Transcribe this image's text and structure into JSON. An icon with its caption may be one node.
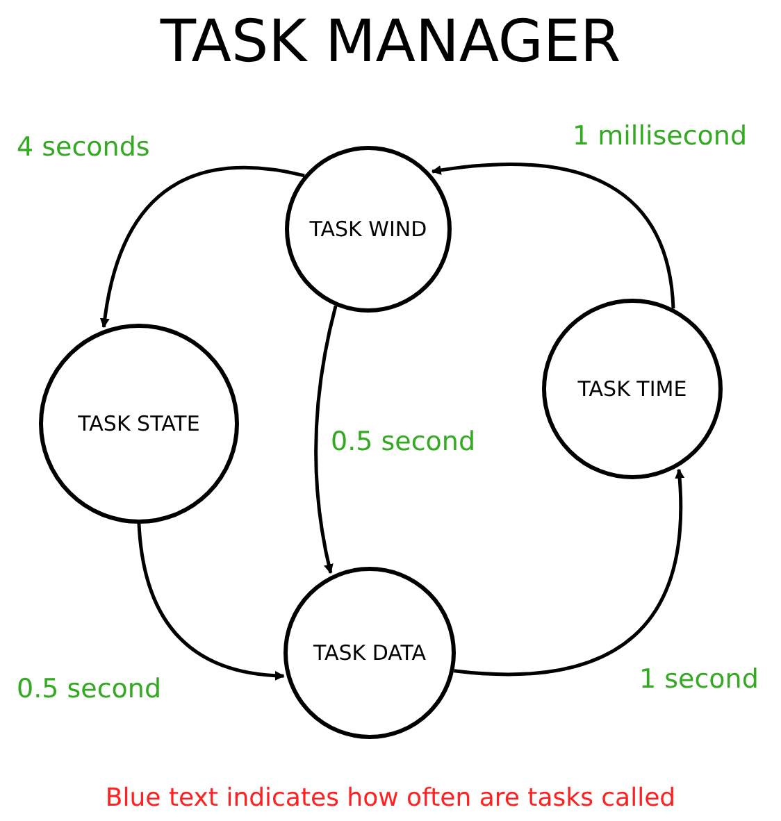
{
  "diagram": {
    "title": "TASK MANAGER",
    "caption": "Blue text indicates how often are tasks called",
    "nodes": [
      {
        "text": [
          "TASK WIND"
        ]
      },
      {
        "text": [
          "TASK STATE"
        ]
      },
      {
        "text": [
          "TASK DATA"
        ]
      },
      {
        "text": [
          "TASK TIME"
        ]
      }
    ],
    "edges": [
      {
        "from": 0,
        "to": 1,
        "arrow": "to",
        "label": "4 seconds"
      },
      {
        "from": 0,
        "to": 2,
        "arrow": "to",
        "label": "0.5 second"
      },
      {
        "from": 1,
        "to": 2,
        "arrow": "to",
        "label": "0.5 second"
      },
      {
        "from": 2,
        "to": 3,
        "arrow": "to",
        "label": "1 second"
      },
      {
        "from": 3,
        "to": 0,
        "arrow": "to",
        "label": "1 millisecond"
      }
    ]
  }
}
